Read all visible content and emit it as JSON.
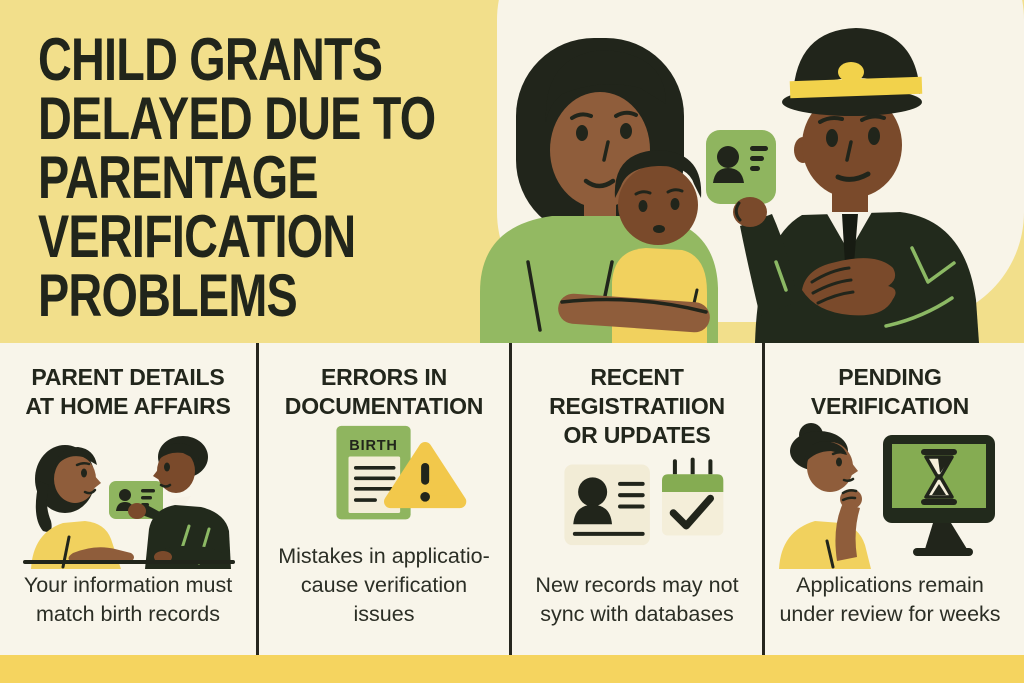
{
  "palette": {
    "soft_yellow": "#F2DF8B",
    "strip_yellow": "#F5D45F",
    "cream": "#F8F5EA",
    "paper_cream": "#F4EED9",
    "ink": "#21251B",
    "green": "#8FB55F",
    "calendar_green": "#85AC52",
    "warning_yellow": "#F2C84B",
    "shirt_yellow": "#F1D15E",
    "skin_light": "#8F5D3B",
    "skin_dark": "#7A4A2B"
  },
  "hero": {
    "title": "CHILD GRANTS\nDELAYED DUE TO\nPARENTAGE\nVERIFICATION\nPROBLEMS",
    "illustration": "mother-with-child-and-officer-holding-green-id-card"
  },
  "columns": [
    {
      "heading": "PARENT DETAILS\nAT HOME AFFAIRS",
      "caption": "Your information must\nmatch birth records",
      "icon": "parents-exchanging-id-card"
    },
    {
      "heading": "ERRORS IN\nDOCUMENTATION",
      "caption": "Mistakes in applicatio-\ncause verification\nissues",
      "icon": "birth-certificate-with-warning-triangle",
      "certificate_label": "BIRTH"
    },
    {
      "heading": "RECENT\nREGISTRATIION\nOR UPDATES",
      "caption": "New records may not\nsync with databases",
      "icon": "id-badge-and-calendar-check"
    },
    {
      "heading": "PENDING\nVERIFICATION",
      "caption": "Applications remain\nunder review for weeks",
      "icon": "woman-watching-monitor-with-hourglass"
    }
  ]
}
